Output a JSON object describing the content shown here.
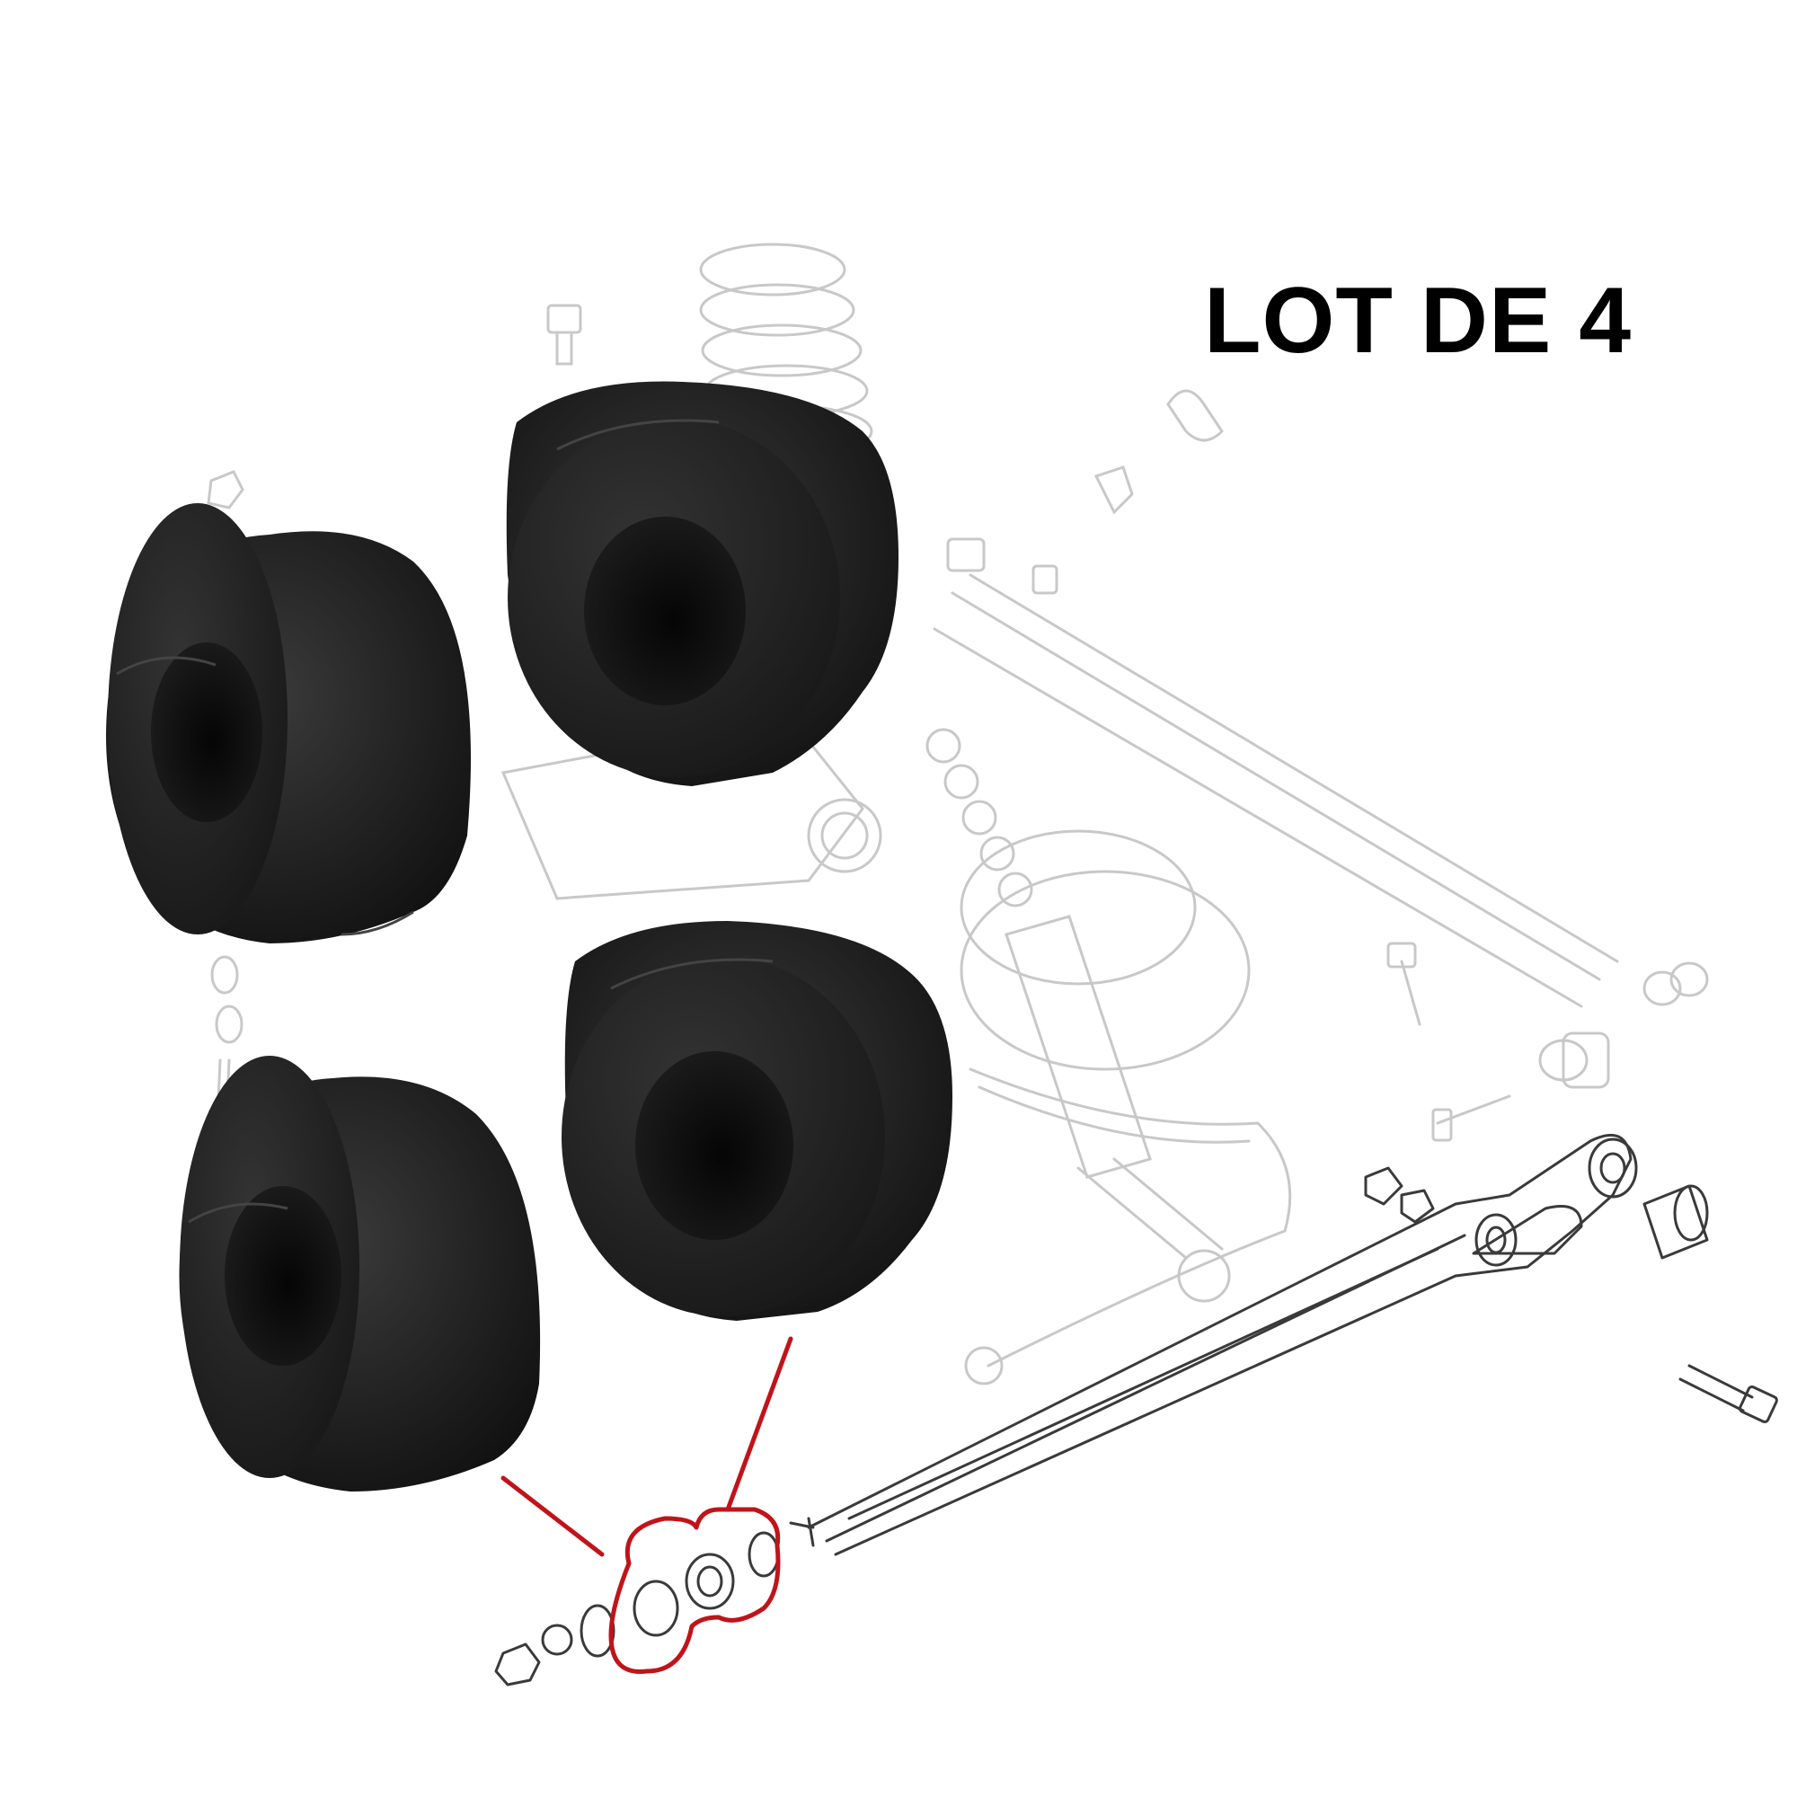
{
  "caption": "LOT DE 4",
  "colors": {
    "background": "#ffffff",
    "rubber": "#1b1b1b",
    "diagram_line": "#c8c8c8",
    "highlight": "#c0141a",
    "caption": "#000000"
  },
  "product": {
    "quantity": 4,
    "part_icon": "rubber-bushing-icon"
  },
  "diagram": {
    "style": "faint exploded parts diagram of rear suspension",
    "highlight_icon": "red-outline-callout-icon"
  }
}
